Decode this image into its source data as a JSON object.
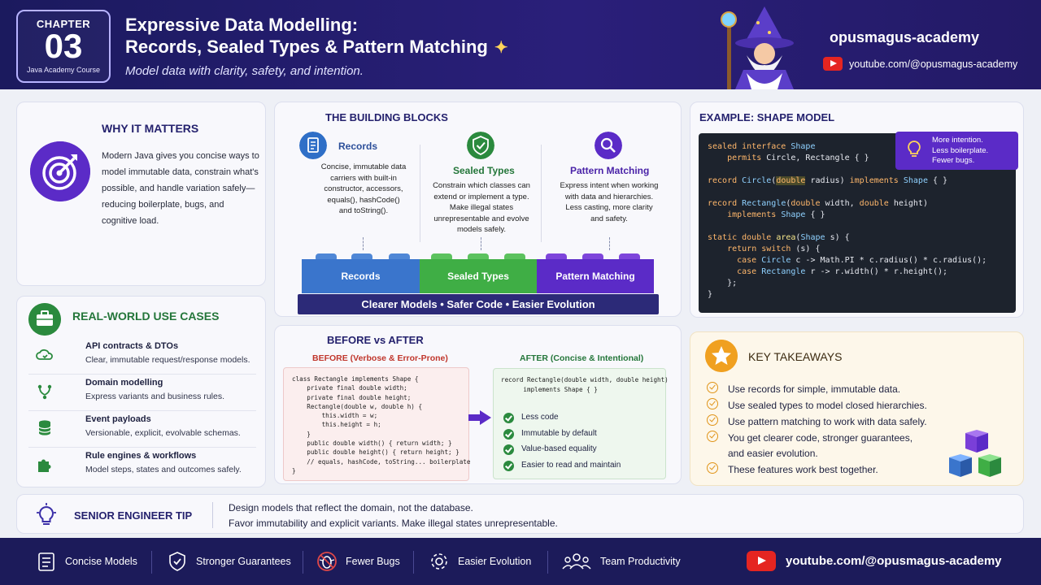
{
  "header": {
    "chapter_label": "CHAPTER",
    "chapter_number": "03",
    "course": "Java Academy Course",
    "title_line1": "Expressive Data Modelling:",
    "title_line2": "Records, Sealed Types & Pattern Matching",
    "tagline": "Model data with clarity, safety, and intention.",
    "brand": "opusmagus-academy",
    "youtube": "youtube.com/@opusmagus-academy"
  },
  "why": {
    "title": "WHY IT MATTERS",
    "body": "Modern Java gives you concise ways to model immutable data, constrain what's possible, and handle variation safely—reducing boilerplate, bugs, and cognitive load."
  },
  "real_world": {
    "title": "REAL-WORLD USE CASES",
    "items": [
      {
        "title": "API contracts & DTOs",
        "desc": "Clear, immutable request/response models."
      },
      {
        "title": "Domain modelling",
        "desc": "Express variants and business rules."
      },
      {
        "title": "Event payloads",
        "desc": "Versionable, explicit, evolvable schemas."
      },
      {
        "title": "Rule engines & workflows",
        "desc": "Model steps, states and outcomes safely."
      }
    ]
  },
  "building_blocks": {
    "title": "THE BUILDING BLOCKS",
    "records": {
      "title": "Records",
      "desc": "Concise, immutable data carriers with built-in constructor, accessors, equals(), hashCode() and toString()."
    },
    "sealed": {
      "title": "Sealed Types",
      "desc": "Constrain which classes can extend or implement a type. Make illegal states unrepresentable and evolve models safely."
    },
    "pattern": {
      "title": "Pattern Matching",
      "desc": "Express intent when working with data and hierarchies. Less casting, more clarity and safety."
    },
    "brick_records": "Records",
    "brick_sealed": "Sealed Types",
    "brick_pattern": "Pattern Matching",
    "base": "Clearer Models • Safer Code • Easier Evolution"
  },
  "before_after": {
    "title": "BEFORE vs AFTER",
    "before_label": "BEFORE (Verbose & Error-Prone)",
    "after_label": "AFTER (Concise & Intentional)",
    "before_code": "class Rectangle implements Shape {\n    private final double width;\n    private final double height;\n    Rectangle(double w, double h) {\n        this.width = w;\n        this.height = h;\n    }\n    public double width() { return width; }\n    public double height() { return height; }\n    // equals, hashCode, toString... boilerplate\n}",
    "after_code": "record Rectangle(double width, double height)\n      implements Shape { }",
    "after_points": [
      "Less code",
      "Immutable by default",
      "Value-based equality",
      "Easier to read and maintain"
    ]
  },
  "example": {
    "title": "EXAMPLE: SHAPE MODEL",
    "badge": [
      "More intention.",
      "Less boilerplate.",
      "Fewer bugs."
    ]
  },
  "takeaways": {
    "title": "KEY TAKEAWAYS",
    "items": [
      "Use records for simple, immutable data.",
      "Use sealed types to model closed hierarchies.",
      "Use pattern matching to work with data safely.",
      "You get clearer code, stronger guarantees,\nand easier evolution.",
      "These features work best together."
    ]
  },
  "tip": {
    "title": "SENIOR ENGINEER TIP",
    "line1": "Design models that reflect the domain, not the database.",
    "line2": "Favor immutability and explicit variants. Make illegal states unrepresentable."
  },
  "footer": {
    "items": [
      "Concise Models",
      "Stronger Guarantees",
      "Fewer Bugs",
      "Easier Evolution",
      "Team Productivity"
    ],
    "youtube": "youtube.com/@opusmagus-academy"
  },
  "colors": {
    "header": "#1b1a5e",
    "purple": "#5b2bc7",
    "green": "#2b8a3e",
    "blue": "#2f6fc7",
    "orange": "#f0a020"
  }
}
